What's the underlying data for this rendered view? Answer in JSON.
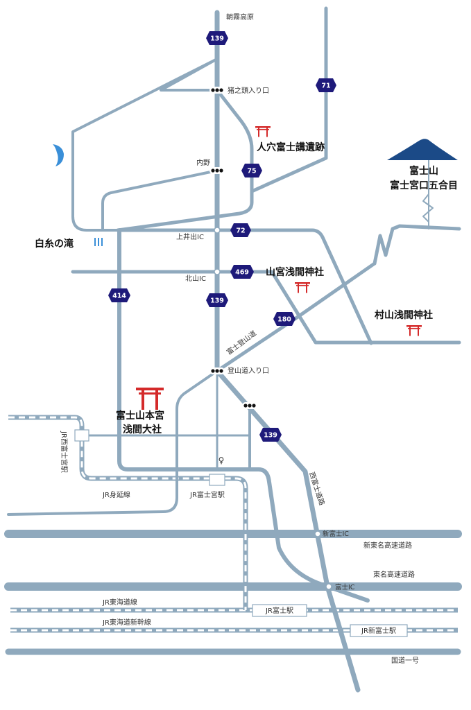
{
  "colors": {
    "road": "#8fa9bd",
    "route_shield": "#1e1a7a",
    "shrine": "#d42a2a",
    "mountain": "#1b4a87",
    "waterfall": "#3a8fd8",
    "background": "#ffffff"
  },
  "labels": {
    "asagiri": "朝霧高原",
    "inokashira": "猪之頭入り口",
    "uchino": "内野",
    "kamiide": "上井出IC",
    "kitayama": "北山IC",
    "tozandou_iriguchi": "登山道入り口",
    "fuji_tozandou": "富士登山道",
    "nishi_fuji_douro": "西富士道路",
    "jr_nishifujinomiya": "JR西富士宮駅",
    "jr_minobu": "JR身延線",
    "jr_fujinomiya": "JR富士宮駅",
    "shinfuji_ic": "新富士IC",
    "shin_tomei": "新東名高速道路",
    "tomei": "東名高速道路",
    "fuji_ic": "富士IC",
    "jr_tokaido": "JR東海道線",
    "jr_fuji": "JR富士駅",
    "jr_shinkansen": "JR東海道新幹線",
    "jr_shinfuji": "JR新富士駅",
    "kokudo1": "国道一号",
    "post_office": "♀"
  },
  "places": {
    "hitoana": "人穴富士講遺跡",
    "fujisan_line1": "富士山",
    "fujisan_line2": "富士宮口五合目",
    "shiraito": "白糸の滝",
    "yamamiya": "山宮浅間神社",
    "murayama": "村山浅間神社",
    "hongu_line1": "富士山本宮",
    "hongu_line2": "浅間大社"
  },
  "icons": {
    "shrine": "torii-icon",
    "mountain": "mountain-icon",
    "waterfall": "waterfall-icon",
    "lake": "lake-icon",
    "traffic_light": "traffic-light-icon",
    "post_office": "post-office-icon"
  },
  "routes": {
    "r139_top": "139",
    "r71": "71",
    "r75": "75",
    "r72": "72",
    "r469": "469",
    "r139_mid": "139",
    "r414": "414",
    "r180": "180",
    "r139_low": "139"
  }
}
